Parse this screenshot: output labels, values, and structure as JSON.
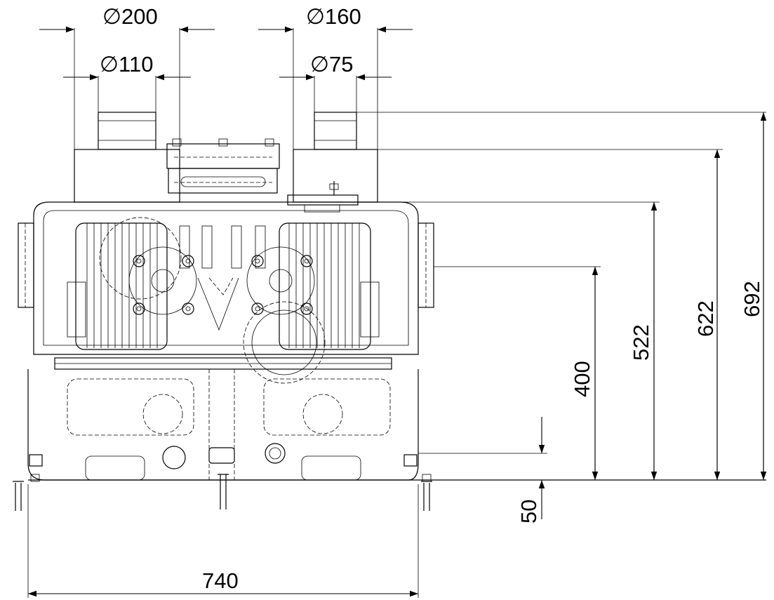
{
  "dimensions": {
    "pipe_top_left_outer": {
      "symbol": "∅",
      "value": "200"
    },
    "pipe_top_left_inner": {
      "symbol": "∅",
      "value": "110"
    },
    "pipe_top_right_outer": {
      "symbol": "∅",
      "value": "160"
    },
    "pipe_top_right_inner": {
      "symbol": "∅",
      "value": "75"
    },
    "height_total": "692",
    "height_upper_flange": "622",
    "height_body_top": "522",
    "height_side_inlet": "400",
    "foot_height": "50",
    "overall_width": "740"
  }
}
